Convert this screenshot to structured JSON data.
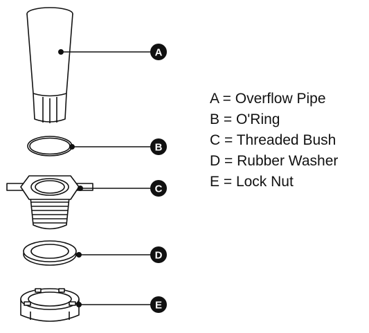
{
  "legend": {
    "items": [
      "A = Overflow Pipe",
      "B = O'Ring",
      "C = Threaded Bush",
      "D = Rubber Washer",
      "E = Lock Nut"
    ]
  },
  "badges": {
    "a": "A",
    "b": "B",
    "c": "C",
    "d": "D",
    "e": "E"
  },
  "colors": {
    "line": "#111111",
    "badge_fill": "#111111",
    "badge_text": "#ffffff",
    "part_fill": "#ffffff"
  }
}
